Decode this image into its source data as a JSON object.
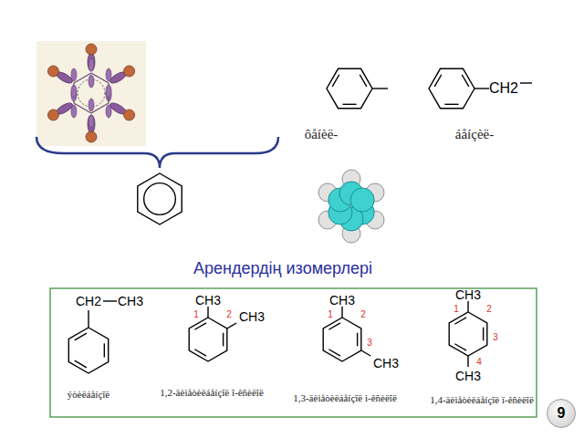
{
  "diagram": {
    "title": "Арендердің изомерлері",
    "nodes": [
      {
        "text": [
          "9"
        ]
      }
    ],
    "labels": [
      "ôåíèë-",
      "áåíçèë-",
      "CH2",
      "CH2",
      "CH3",
      "ýòèëáåíçîë",
      "CH3",
      "1",
      "CH3",
      "2",
      "1,2-äèìåòèëáåíçîë î-êñèëîë",
      "CH3",
      "1",
      "2",
      "3",
      "CH3",
      "1,3-äèìåòèëáåíçîë ì-êñèëîë",
      "CH3",
      "1",
      "2",
      "3",
      "4",
      "CH3",
      "1,4-äèìåòèëáåíçîë ï-êñèëîë"
    ]
  }
}
